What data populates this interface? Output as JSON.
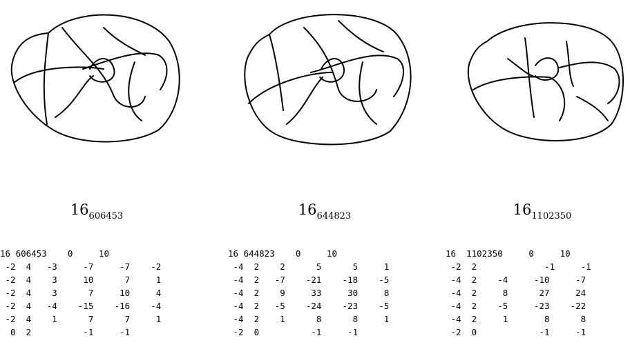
{
  "knots": [
    {
      "base": "16",
      "index": "606453",
      "table": [
        "16 606453    0     10",
        " -2  4   -3     -7     -7    -2",
        " -2  4    3     10      7     1",
        " -2  4    3      7     10     4",
        " -2  4   -4    -15    -16    -4",
        " -2  4    1      7      7     1",
        "  0  2          -1     -1"
      ]
    },
    {
      "base": "16",
      "index": "644823",
      "table": [
        "16 644823    0     10",
        " -4  2    2      5      5     1",
        " -4  2   -7    -21    -18    -5",
        " -4  2    9     33     30     8",
        " -4  2   -5    -24    -23    -5",
        " -4  2    1      8      8     1",
        " -2  0          -1     -1"
      ]
    },
    {
      "base": "16",
      "index": "1102350",
      "table": [
        "16  1102350     0     10",
        " -2  2             -1     -1",
        " -4  2    -4     -10     -7",
        " -4  2     8      27     24",
        " -4  2    -5     -23    -22",
        " -4  2     1       8      8",
        " -2  0            -1     -1"
      ]
    }
  ]
}
